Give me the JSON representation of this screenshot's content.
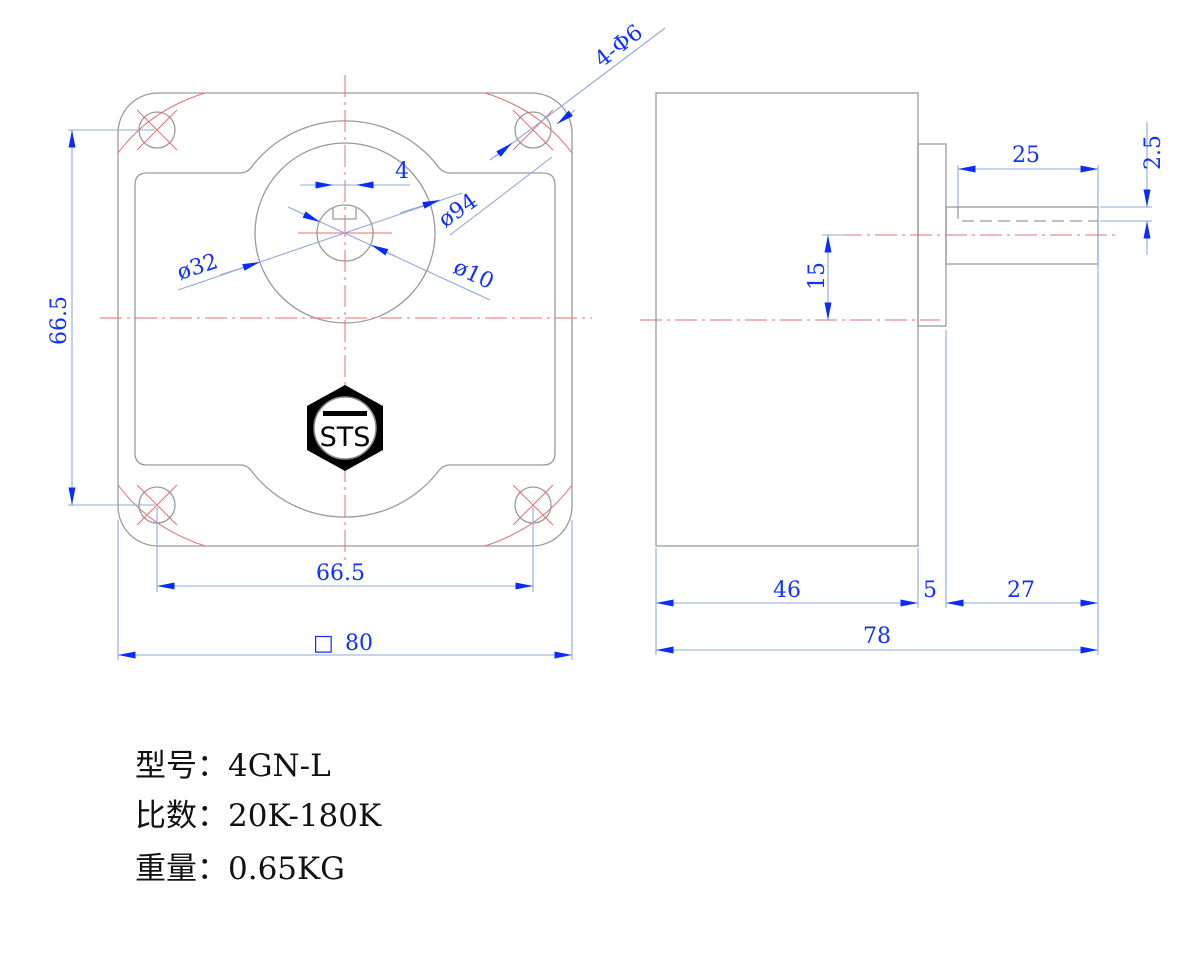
{
  "front_view": {
    "hole_callout": "4-Φ6",
    "key_width": "4",
    "pilot_diameter": "ø94",
    "boss_diameter": "ø32",
    "shaft_diameter": "ø10",
    "hole_pitch_vertical": "66.5",
    "hole_pitch_horizontal": "66.5",
    "square_size_symbol": "□",
    "square_size": "80"
  },
  "side_view": {
    "shaft_length": "25",
    "key_depth": "2.5",
    "shaft_offset": "15",
    "body_length": "46",
    "flange_length": "5",
    "shaft_total": "27",
    "overall_length": "78"
  },
  "logo": {
    "text": "STS"
  },
  "specs": [
    {
      "label": "型号：",
      "value": "4GN-L"
    },
    {
      "label": "比数：",
      "value": "20K-180K"
    },
    {
      "label": "重量：",
      "value": "0.65KG"
    }
  ]
}
